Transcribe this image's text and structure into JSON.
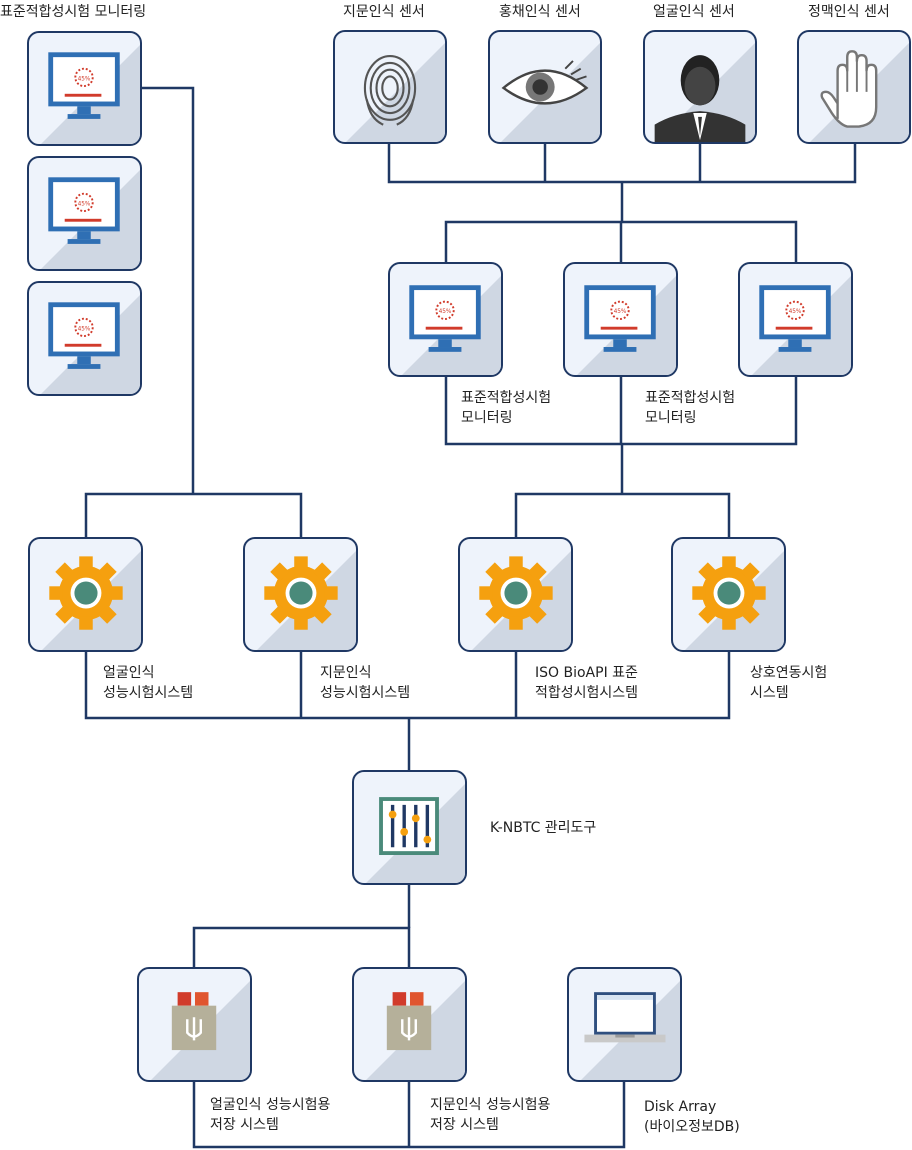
{
  "left_monitor_title": "표준적합성시험 모니터링",
  "sensors": [
    {
      "label": "지문인식 센서",
      "icon": "fingerprint-icon"
    },
    {
      "label": "홍채인식 센서",
      "icon": "eye-icon"
    },
    {
      "label": "얼굴인식 센서",
      "icon": "face-icon"
    },
    {
      "label": "정맥인식 센서",
      "icon": "hand-icon"
    }
  ],
  "monitor_badge": "45%",
  "mid_monitors": [
    {
      "line1": "표준적합성시험",
      "line2": "모니터링"
    },
    {
      "line1": "표준적합성시험",
      "line2": "모니터링"
    }
  ],
  "systems": [
    {
      "line1": "얼굴인식",
      "line2": "성능시험시스템"
    },
    {
      "line1": "지문인식",
      "line2": "성능시험시스템"
    },
    {
      "line1": "ISO BioAPI 표준",
      "line2": "적합성시험시스템"
    },
    {
      "line1": "상호연동시험",
      "line2": "시스템"
    }
  ],
  "manager": {
    "label": "K-NBTC 관리도구"
  },
  "storage": [
    {
      "line1": "얼굴인식 성능시험용",
      "line2": "저장 시스템"
    },
    {
      "line1": "지문인식 성능시험용",
      "line2": "저장 시스템"
    },
    {
      "line1": "Disk Array",
      "line2": "(바이오정보DB)"
    }
  ],
  "colors": {
    "line": "#1f3864",
    "gear": "#f5a00f",
    "gear_center": "#4a8a7a",
    "monitor": "#2f6fb4",
    "storage": "#b5b09a"
  }
}
